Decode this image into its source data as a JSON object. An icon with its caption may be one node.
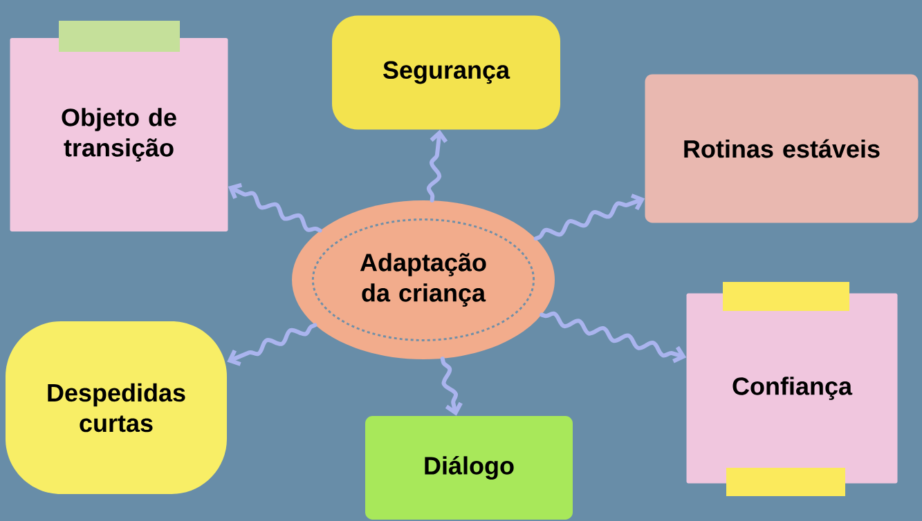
{
  "diagram": {
    "nodes": [
      {
        "text": [
          "Adaptação da criança"
        ]
      },
      {
        "text": [
          "Objeto de transição"
        ]
      },
      {
        "text": [
          "Segurança"
        ]
      },
      {
        "text": [
          "Rotinas estáveis"
        ]
      },
      {
        "text": [
          "Confiança"
        ]
      },
      {
        "text": [
          "Diálogo"
        ]
      },
      {
        "text": [
          "Despedidas curtas"
        ]
      }
    ],
    "edges": [
      {
        "from": 0,
        "to": 1,
        "arrow": "to"
      },
      {
        "from": 0,
        "to": 2,
        "arrow": "to"
      },
      {
        "from": 0,
        "to": 3,
        "arrow": "to"
      },
      {
        "from": 0,
        "to": 4,
        "arrow": "to"
      },
      {
        "from": 0,
        "to": 5,
        "arrow": "to"
      },
      {
        "from": 0,
        "to": 6,
        "arrow": "to"
      }
    ]
  }
}
